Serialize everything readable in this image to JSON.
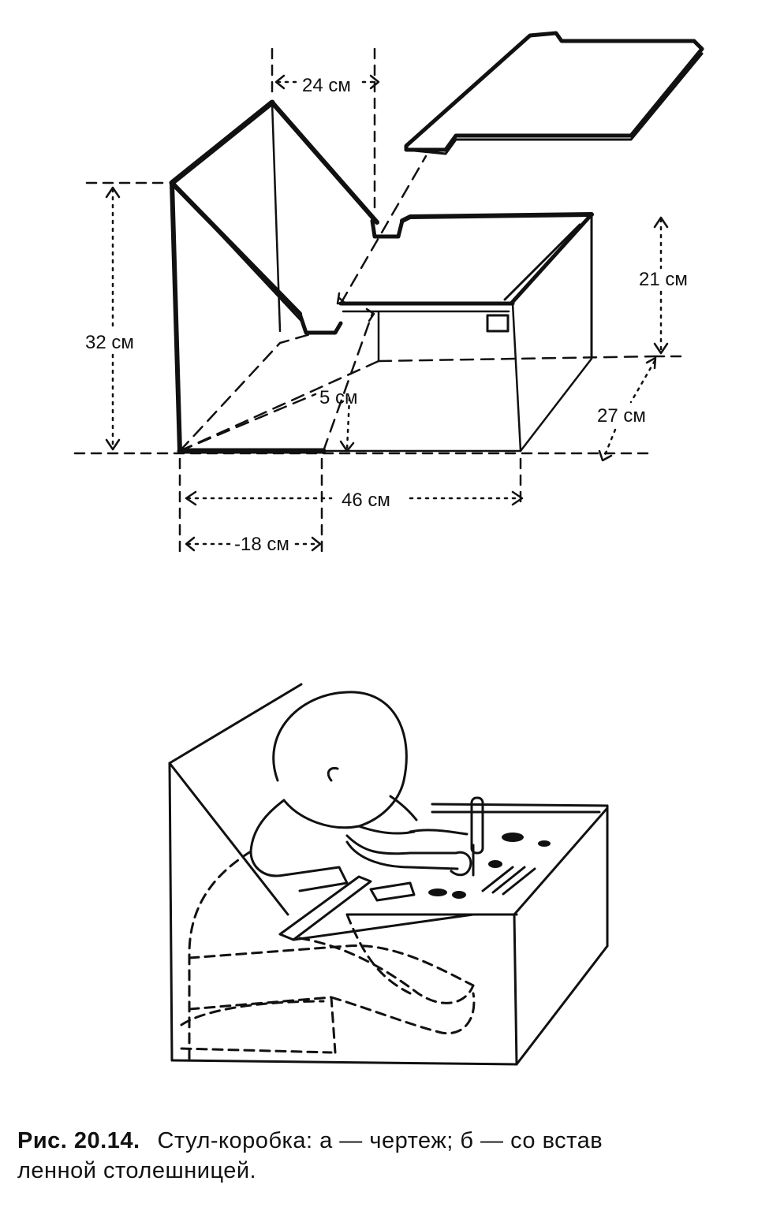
{
  "dimensions": {
    "d24": "24 см",
    "d32": "32 см",
    "d21": "21 см",
    "d5": "5 см",
    "d27": "27 см",
    "d46": "46 см",
    "d18": "-18 см"
  },
  "caption": {
    "label": "Рис. 20.14.",
    "line1": "Стул-коробка: а — чертеж; б — со встав",
    "line2": "ленной столешницей."
  }
}
